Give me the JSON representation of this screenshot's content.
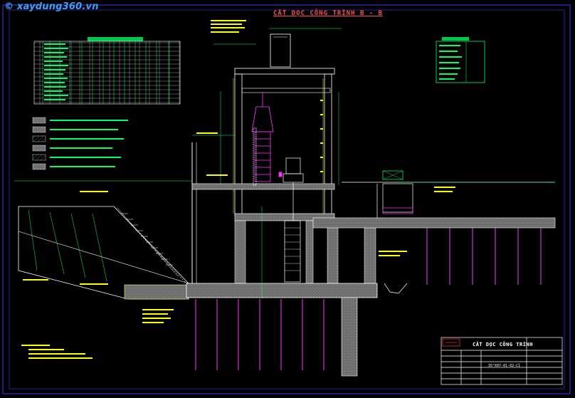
{
  "watermark": {
    "icon": "copyright-icon",
    "text": "© xaydung360.vn"
  },
  "drawing_title": "CẮT DỌC CÔNG TRÌNH B - B",
  "title_block": {
    "title": "CẮT DỌC CÔNG TRÌNH",
    "code": "35°X07-01-02-C1"
  },
  "colors": {
    "background": "#000000",
    "frame": "#3a3aff",
    "structure": "#ffffff",
    "dimension": "#00ff66",
    "annotation": "#ffff00",
    "machine": "#ff33ff",
    "concrete_fill": "#8a8a8a",
    "watermark": "#3ea0ff",
    "title": "#ff4a4a"
  }
}
